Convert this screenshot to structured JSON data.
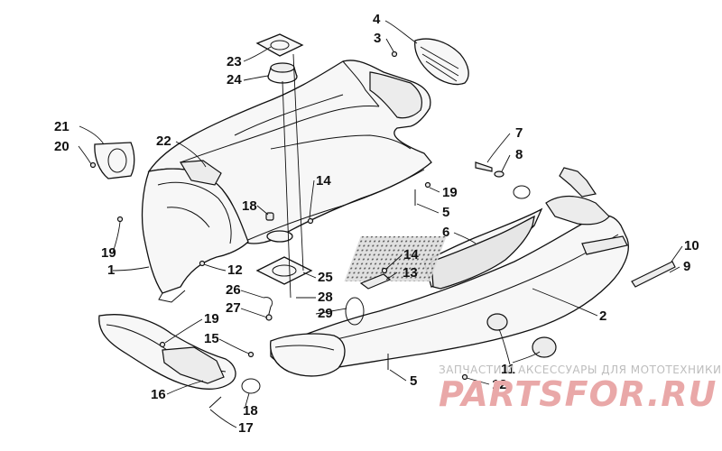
{
  "callouts": [
    {
      "id": "c4",
      "text": "4"
    },
    {
      "id": "c3",
      "text": "3"
    },
    {
      "id": "c23",
      "text": "23"
    },
    {
      "id": "c24",
      "text": "24"
    },
    {
      "id": "c21",
      "text": "21"
    },
    {
      "id": "c20",
      "text": "20"
    },
    {
      "id": "c22",
      "text": "22"
    },
    {
      "id": "c7",
      "text": "7"
    },
    {
      "id": "c8",
      "text": "8"
    },
    {
      "id": "c14a",
      "text": "14"
    },
    {
      "id": "c19a",
      "text": "19"
    },
    {
      "id": "c18a",
      "text": "18"
    },
    {
      "id": "c5a",
      "text": "5"
    },
    {
      "id": "c6",
      "text": "6"
    },
    {
      "id": "c19b",
      "text": "19"
    },
    {
      "id": "c1",
      "text": "1"
    },
    {
      "id": "c12a",
      "text": "12"
    },
    {
      "id": "c14b",
      "text": "14"
    },
    {
      "id": "c13",
      "text": "13"
    },
    {
      "id": "c10",
      "text": "10"
    },
    {
      "id": "c9",
      "text": "9"
    },
    {
      "id": "c25",
      "text": "25"
    },
    {
      "id": "c26",
      "text": "26"
    },
    {
      "id": "c28",
      "text": "28"
    },
    {
      "id": "c27",
      "text": "27"
    },
    {
      "id": "c29",
      "text": "29"
    },
    {
      "id": "c2",
      "text": "2"
    },
    {
      "id": "c19c",
      "text": "19"
    },
    {
      "id": "c15",
      "text": "15"
    },
    {
      "id": "c11",
      "text": "11"
    },
    {
      "id": "c16",
      "text": "16"
    },
    {
      "id": "c5b",
      "text": "5"
    },
    {
      "id": "c12b",
      "text": "12"
    },
    {
      "id": "c18b",
      "text": "18"
    },
    {
      "id": "c17",
      "text": "17"
    }
  ],
  "watermark": {
    "tagline": "ЗАПЧАСТИ И АКСЕССУАРЫ ДЛЯ МОТОТЕХНИКИ",
    "brand": "PARTSFOR.RU"
  },
  "colors": {
    "ink": "#111111",
    "watermark_brand": "#e9a8a8",
    "watermark_tagline": "#bdbdbd"
  }
}
